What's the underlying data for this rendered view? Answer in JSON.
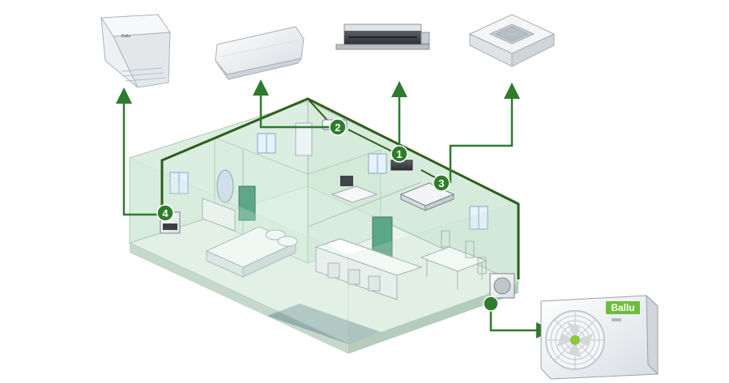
{
  "badges": [
    "1",
    "2",
    "3",
    "4"
  ],
  "outdoor_unit": {
    "brand": "Ballu"
  },
  "colors": {
    "pipe": "#2e5e1c",
    "arrow": "#2f7a2f",
    "badge": "#2f7d2a",
    "glass": "#cfe8d6",
    "floor": "#eaf4ec"
  },
  "icons": {
    "floor_console": "floor-ceiling-unit-icon",
    "wall_split": "wall-split-unit-icon",
    "ducted": "ducted-unit-icon",
    "cassette": "cassette-unit-icon",
    "outdoor": "outdoor-unit-icon"
  }
}
